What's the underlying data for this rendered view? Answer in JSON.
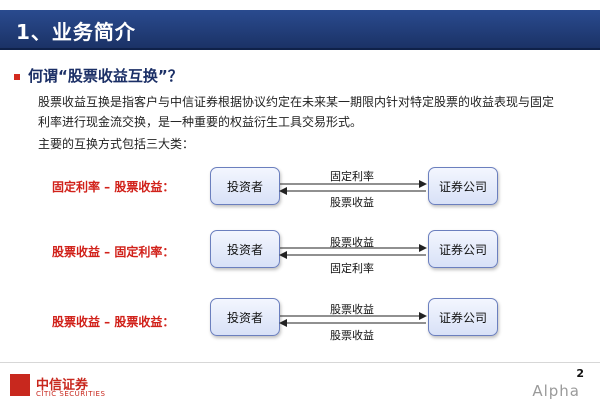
{
  "header": {
    "title": "1、业务简介"
  },
  "section": {
    "question": "何谓“股票收益互换”？"
  },
  "paragraph1": "股票收益互换是指客户与中信证券根据协议约定在未来某一期限内针对特定股票的收益表现与固定利率进行现金流交换，是一种重要的权益衍生工具交易形式。",
  "paragraph2": "主要的互换方式包括三大类：",
  "swaps": [
    {
      "label": "固定利率 – 股票收益：",
      "left": "投资者",
      "right": "证券公司",
      "top_flow": "固定利率",
      "bottom_flow": "股票收益"
    },
    {
      "label": "股票收益 – 固定利率：",
      "left": "投资者",
      "right": "证券公司",
      "top_flow": "股票收益",
      "bottom_flow": "固定利率"
    },
    {
      "label": "股票收益 – 股票收益：",
      "left": "投资者",
      "right": "证券公司",
      "top_flow": "股票收益",
      "bottom_flow": "股票收益"
    }
  ],
  "footer": {
    "logo_cn": "中信证券",
    "logo_en": "CITIC SECURITIES",
    "page": "2",
    "watermark": "Alpha"
  },
  "colors": {
    "header_bg": "#1b3266",
    "label_red": "#d1211a",
    "box_border": "#6b7fbe"
  }
}
